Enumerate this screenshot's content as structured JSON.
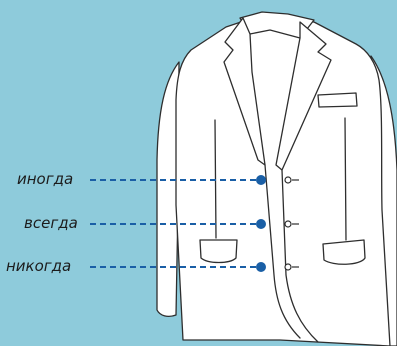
{
  "colors": {
    "background": "#8ecbdb",
    "jacket_fill": "#ffffff",
    "jacket_outline": "#2e2e2e",
    "dashed_line": "#1a5fa6",
    "dot": "#1a5fa6"
  },
  "labels": {
    "top": "иногда",
    "middle": "всегда",
    "bottom": "никогда"
  }
}
